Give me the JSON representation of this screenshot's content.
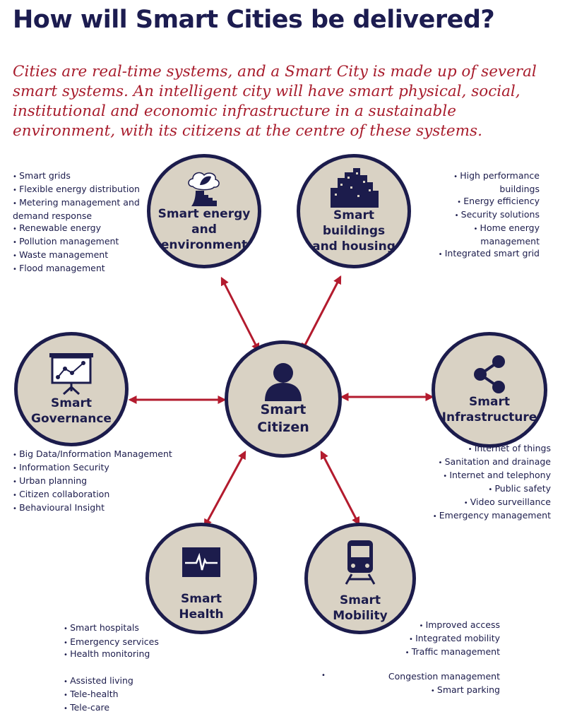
{
  "title": "How will Smart Cities be delivered?",
  "intro": "Cities are real-time systems, and a Smart City is made up of several smart systems. An intelligent city will have smart physical, social, institutional and economic infrastructure in a sustainable environment, with its citizens at the centre of these systems.",
  "colors": {
    "navy": "#1c1c4c",
    "beige": "#d9d2c4",
    "red": "#b31b2e"
  },
  "nodes": {
    "energy": {
      "label1": "Smart energy",
      "label2": "and",
      "label3": "environment",
      "icon": "factory-leaf-icon",
      "items": [
        "Smart grids",
        "Flexible energy distribution",
        "Metering management and demand response",
        "Renewable energy",
        "Pollution management",
        "Waste management",
        "Flood management"
      ]
    },
    "buildings": {
      "label1": "Smart buildings",
      "label2": "and housing",
      "icon": "buildings-icon",
      "items": [
        "High performance buildings",
        "Energy efficiency",
        "Security solutions",
        "Home energy management",
        "Integrated smart grid"
      ]
    },
    "governance": {
      "label1": "Smart",
      "label2": "Governance",
      "icon": "presentation-chart-icon",
      "items": [
        "Big Data/Information Management",
        "Information Security",
        "Urban planning",
        "Citizen collaboration",
        "Behavioural Insight"
      ]
    },
    "citizen": {
      "label1": "Smart",
      "label2": "Citizen",
      "icon": "person-icon"
    },
    "infrastructure": {
      "label1": "Smart",
      "label2": "Infrastructure",
      "icon": "share-network-icon",
      "items": [
        "Internet of things",
        "Sanitation and drainage",
        "Internet and telephony",
        "Public safety",
        "Video surveillance",
        "Emergency management"
      ]
    },
    "health": {
      "label1": "Smart",
      "label2": "Health",
      "icon": "heartbeat-monitor-icon",
      "items": [
        "Smart hospitals",
        "Emergency services",
        "Health monitoring"
      ],
      "items2": [
        "Assisted living",
        "Tele-health",
        "Tele-care"
      ]
    },
    "mobility": {
      "label1": "Smart",
      "label2": "Mobility",
      "icon": "train-icon",
      "items": [
        "Improved access",
        "Integrated mobility",
        "Traffic management"
      ],
      "items2": [
        "Congestion management",
        "Smart parking"
      ]
    }
  }
}
